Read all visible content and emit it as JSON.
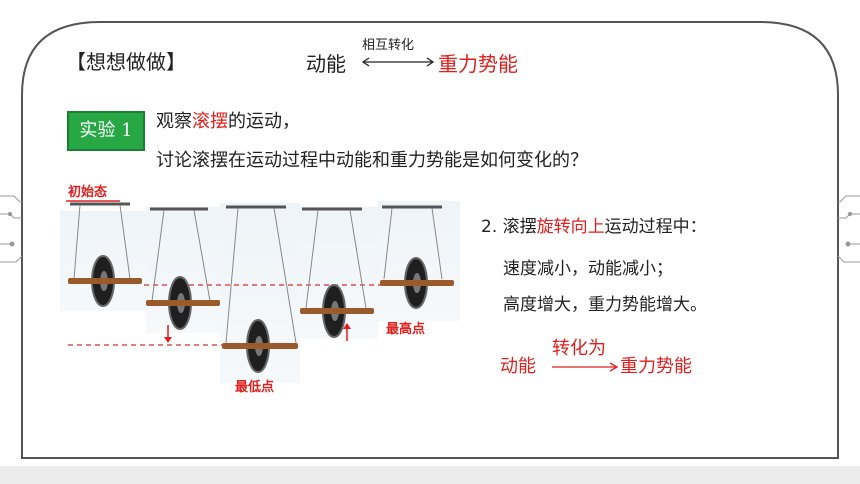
{
  "header": {
    "section_title": "【想想做做】",
    "formula": {
      "left": "动能",
      "arrow_label": "相互转化",
      "right": "重力势能"
    }
  },
  "experiment": {
    "badge": "实验 1",
    "question": {
      "line1_pre": "观察",
      "line1_highlight": "滚摆",
      "line1_post": "的运动，",
      "line2": "讨论滚摆在运动过程中动能和重力势能是如何变化的？"
    }
  },
  "illustration": {
    "label_start": "初始态",
    "label_lowest": "最低点",
    "label_highest": "最高点"
  },
  "analysis": {
    "line1_pre": "2. 滚摆",
    "line1_highlight": "旋转向上",
    "line1_post": "运动过程中：",
    "line2": "速度减小，动能减小；",
    "line3": "高度增大，重力势能增大。"
  },
  "conclusion": {
    "left": "动能",
    "arrow_label": "转化为",
    "right": "重力势能"
  },
  "colors": {
    "accent_red": "#e0201e",
    "badge_green": "#27a844",
    "frame": "#555555"
  }
}
